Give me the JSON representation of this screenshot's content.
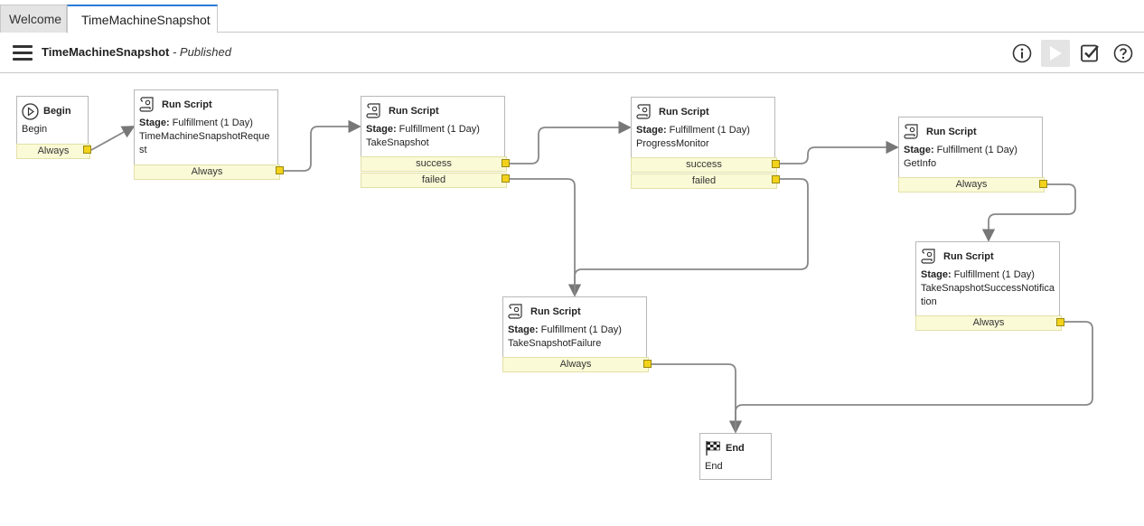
{
  "tabs": [
    {
      "label": "Welcome"
    },
    {
      "label": "TimeMachineSnapshot"
    }
  ],
  "header": {
    "title": "TimeMachineSnapshot",
    "status": " - Published",
    "icons": [
      "menu-icon",
      "info-icon",
      "play-icon",
      "check-icon",
      "help-icon"
    ]
  },
  "nodes": {
    "begin": {
      "title": "Begin",
      "label": "Begin",
      "port": "Always"
    },
    "script1": {
      "title": "Run Script",
      "stage_label": "Stage:",
      "stage": " Fulfillment (1 Day)",
      "name": "TimeMachineSnapshotRequest",
      "port": "Always"
    },
    "script2": {
      "title": "Run Script",
      "stage_label": "Stage:",
      "stage": " Fulfillment (1 Day)",
      "name": "TakeSnapshot",
      "port_success": "success",
      "port_failed": "failed"
    },
    "script3": {
      "title": "Run Script",
      "stage_label": "Stage:",
      "stage": " Fulfillment (1 Day)",
      "name": "ProgressMonitor",
      "port_success": "success",
      "port_failed": "failed"
    },
    "script4": {
      "title": "Run Script",
      "stage_label": "Stage:",
      "stage": " Fulfillment (1 Day)",
      "name": "GetInfo",
      "port": "Always"
    },
    "script5": {
      "title": "Run Script",
      "stage_label": "Stage:",
      "stage": " Fulfillment (1 Day)",
      "name": "TakeSnapshotSuccessNotification",
      "port": "Always"
    },
    "script6": {
      "title": "Run Script",
      "stage_label": "Stage:",
      "stage": " Fulfillment (1 Day)",
      "name": "TakeSnapshotFailure",
      "port": "Always"
    },
    "end": {
      "title": "End",
      "label": "End"
    }
  }
}
